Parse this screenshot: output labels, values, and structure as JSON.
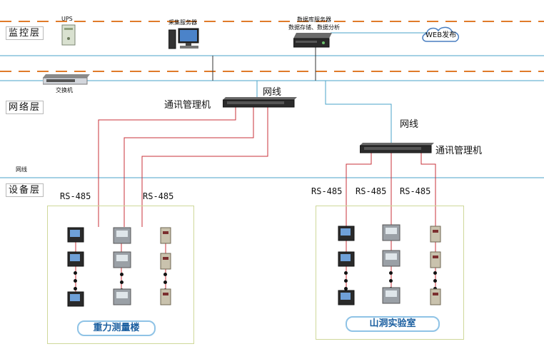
{
  "layers": {
    "monitor": "监控层",
    "network": "网络层",
    "device": "设备层"
  },
  "top": {
    "ups": "UPS",
    "acquisition_server": "采集服务器",
    "db_server_line1": "数据库服务器",
    "db_server_line2": "数据存储、数据分析",
    "web_publish": "WEB发布",
    "switch": "交换机"
  },
  "network": {
    "cable_label_1": "网线",
    "comm_manager_1": "通讯管理机",
    "cable_label_2": "网线",
    "comm_manager_2": "通讯管理机",
    "cable_label_small": "网线"
  },
  "buses": {
    "left_a": "RS-485",
    "left_b": "RS-485",
    "right_a": "RS-485",
    "right_b": "RS-485",
    "right_c": "RS-485"
  },
  "sites": {
    "left": "重力测量楼",
    "right": "山洞实验室"
  },
  "colors": {
    "dash": "#e07b2a",
    "bus_blue": "#4aa3c8",
    "rs485_red": "#c8323a",
    "zone_border": "#cfd89a",
    "pill_border": "#8fc3e6"
  }
}
